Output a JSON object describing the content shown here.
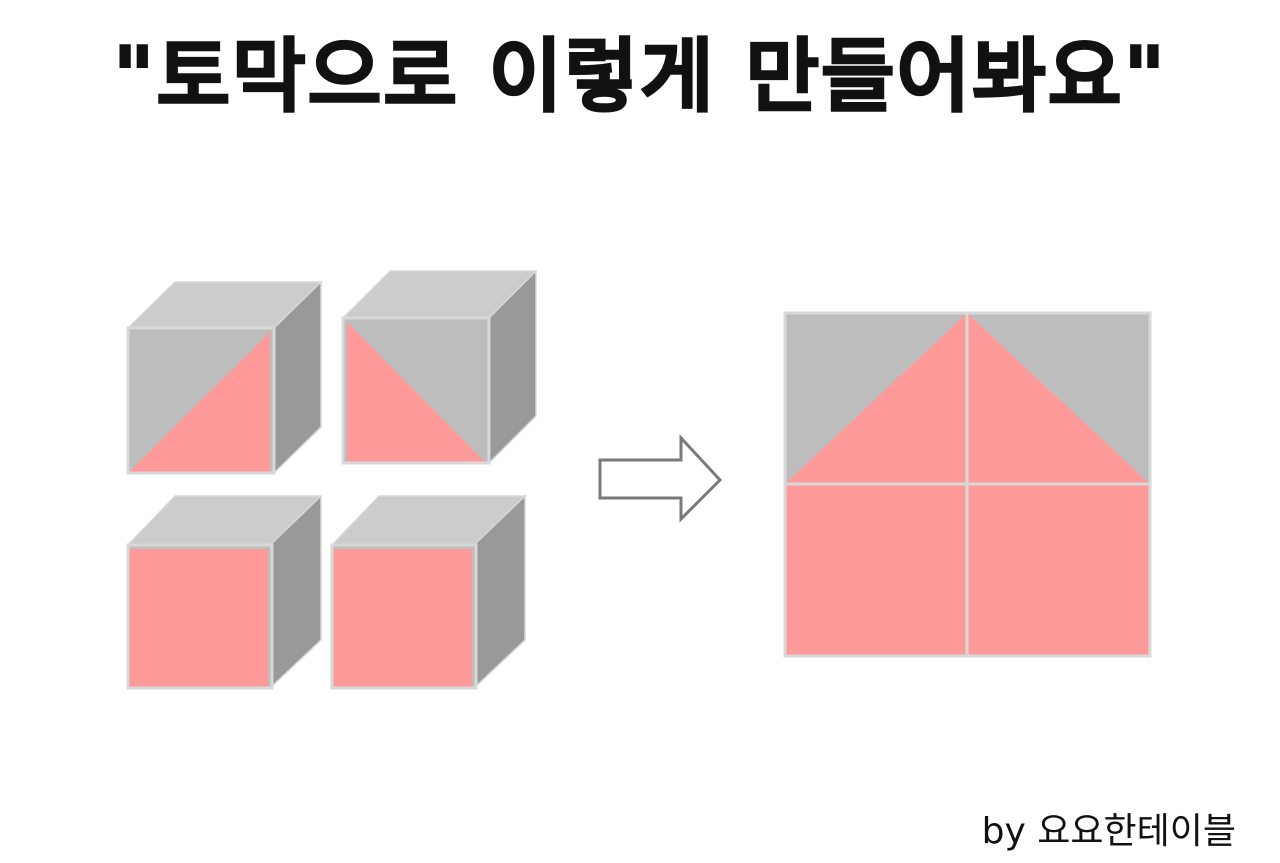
{
  "title": "\"토막으로 이렇게 만들어봐요\"",
  "credit": "by 요요한테이블",
  "colors": {
    "pink": "#ff9a9a",
    "front_gray": "#bdbdbd",
    "top_gray": "#cccccc",
    "side_gray": "#999999",
    "edge": "#d8d8d8",
    "arrow_stroke": "#7a7a7a"
  },
  "blocks": [
    {
      "name": "block-diagonal-bottom-right",
      "pattern": "diagonal-lower-right-pink"
    },
    {
      "name": "block-diagonal-bottom-left",
      "pattern": "diagonal-lower-left-pink"
    },
    {
      "name": "block-solid-pink-left",
      "pattern": "solid-pink"
    },
    {
      "name": "block-solid-pink-right",
      "pattern": "solid-pink"
    }
  ],
  "result_tiles": [
    {
      "name": "result-tile-top-left",
      "pattern": "diagonal-lower-right-pink"
    },
    {
      "name": "result-tile-top-right",
      "pattern": "diagonal-lower-left-pink"
    },
    {
      "name": "result-tile-bottom-left",
      "pattern": "solid-pink"
    },
    {
      "name": "result-tile-bottom-right",
      "pattern": "solid-pink"
    }
  ],
  "arrow": {
    "icon": "right-arrow-outline-icon"
  }
}
